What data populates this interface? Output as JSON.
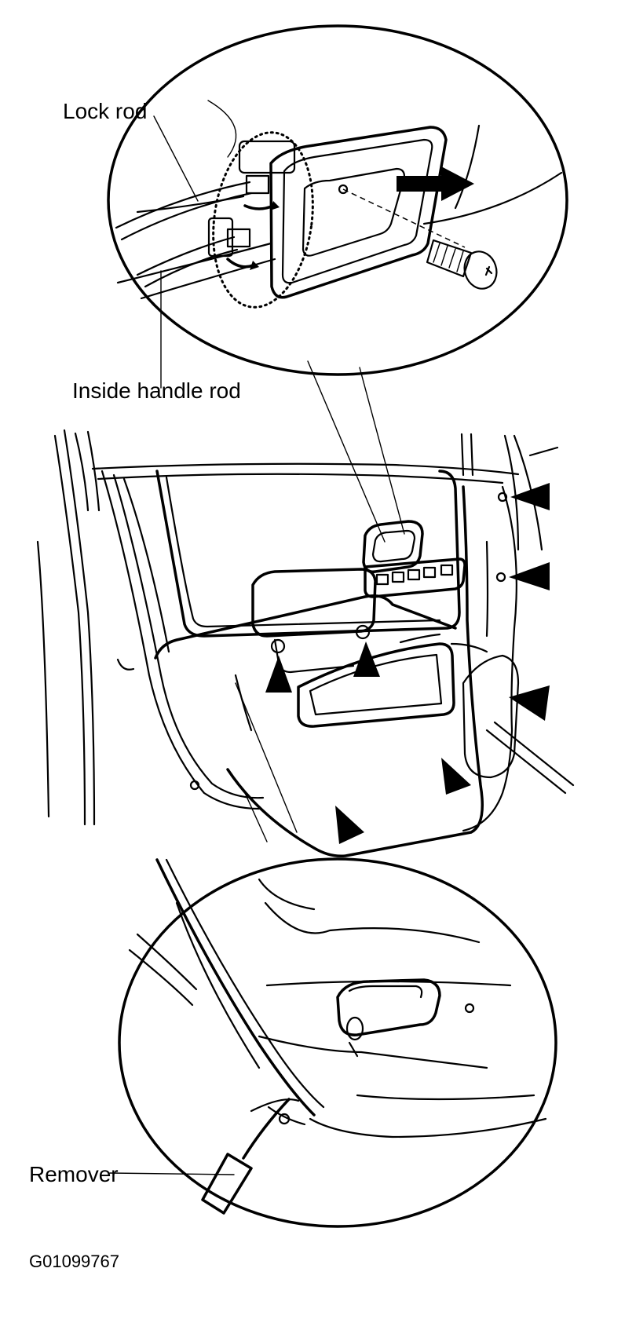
{
  "figure_id": "G01099767",
  "callouts": {
    "lock_rod": "Lock rod",
    "inside_handle_rod": "Inside handle rod",
    "remover": "Remover"
  },
  "colors": {
    "ink": "#000000",
    "background": "#ffffff"
  },
  "arrowheads_marking_clip_locations": 7
}
